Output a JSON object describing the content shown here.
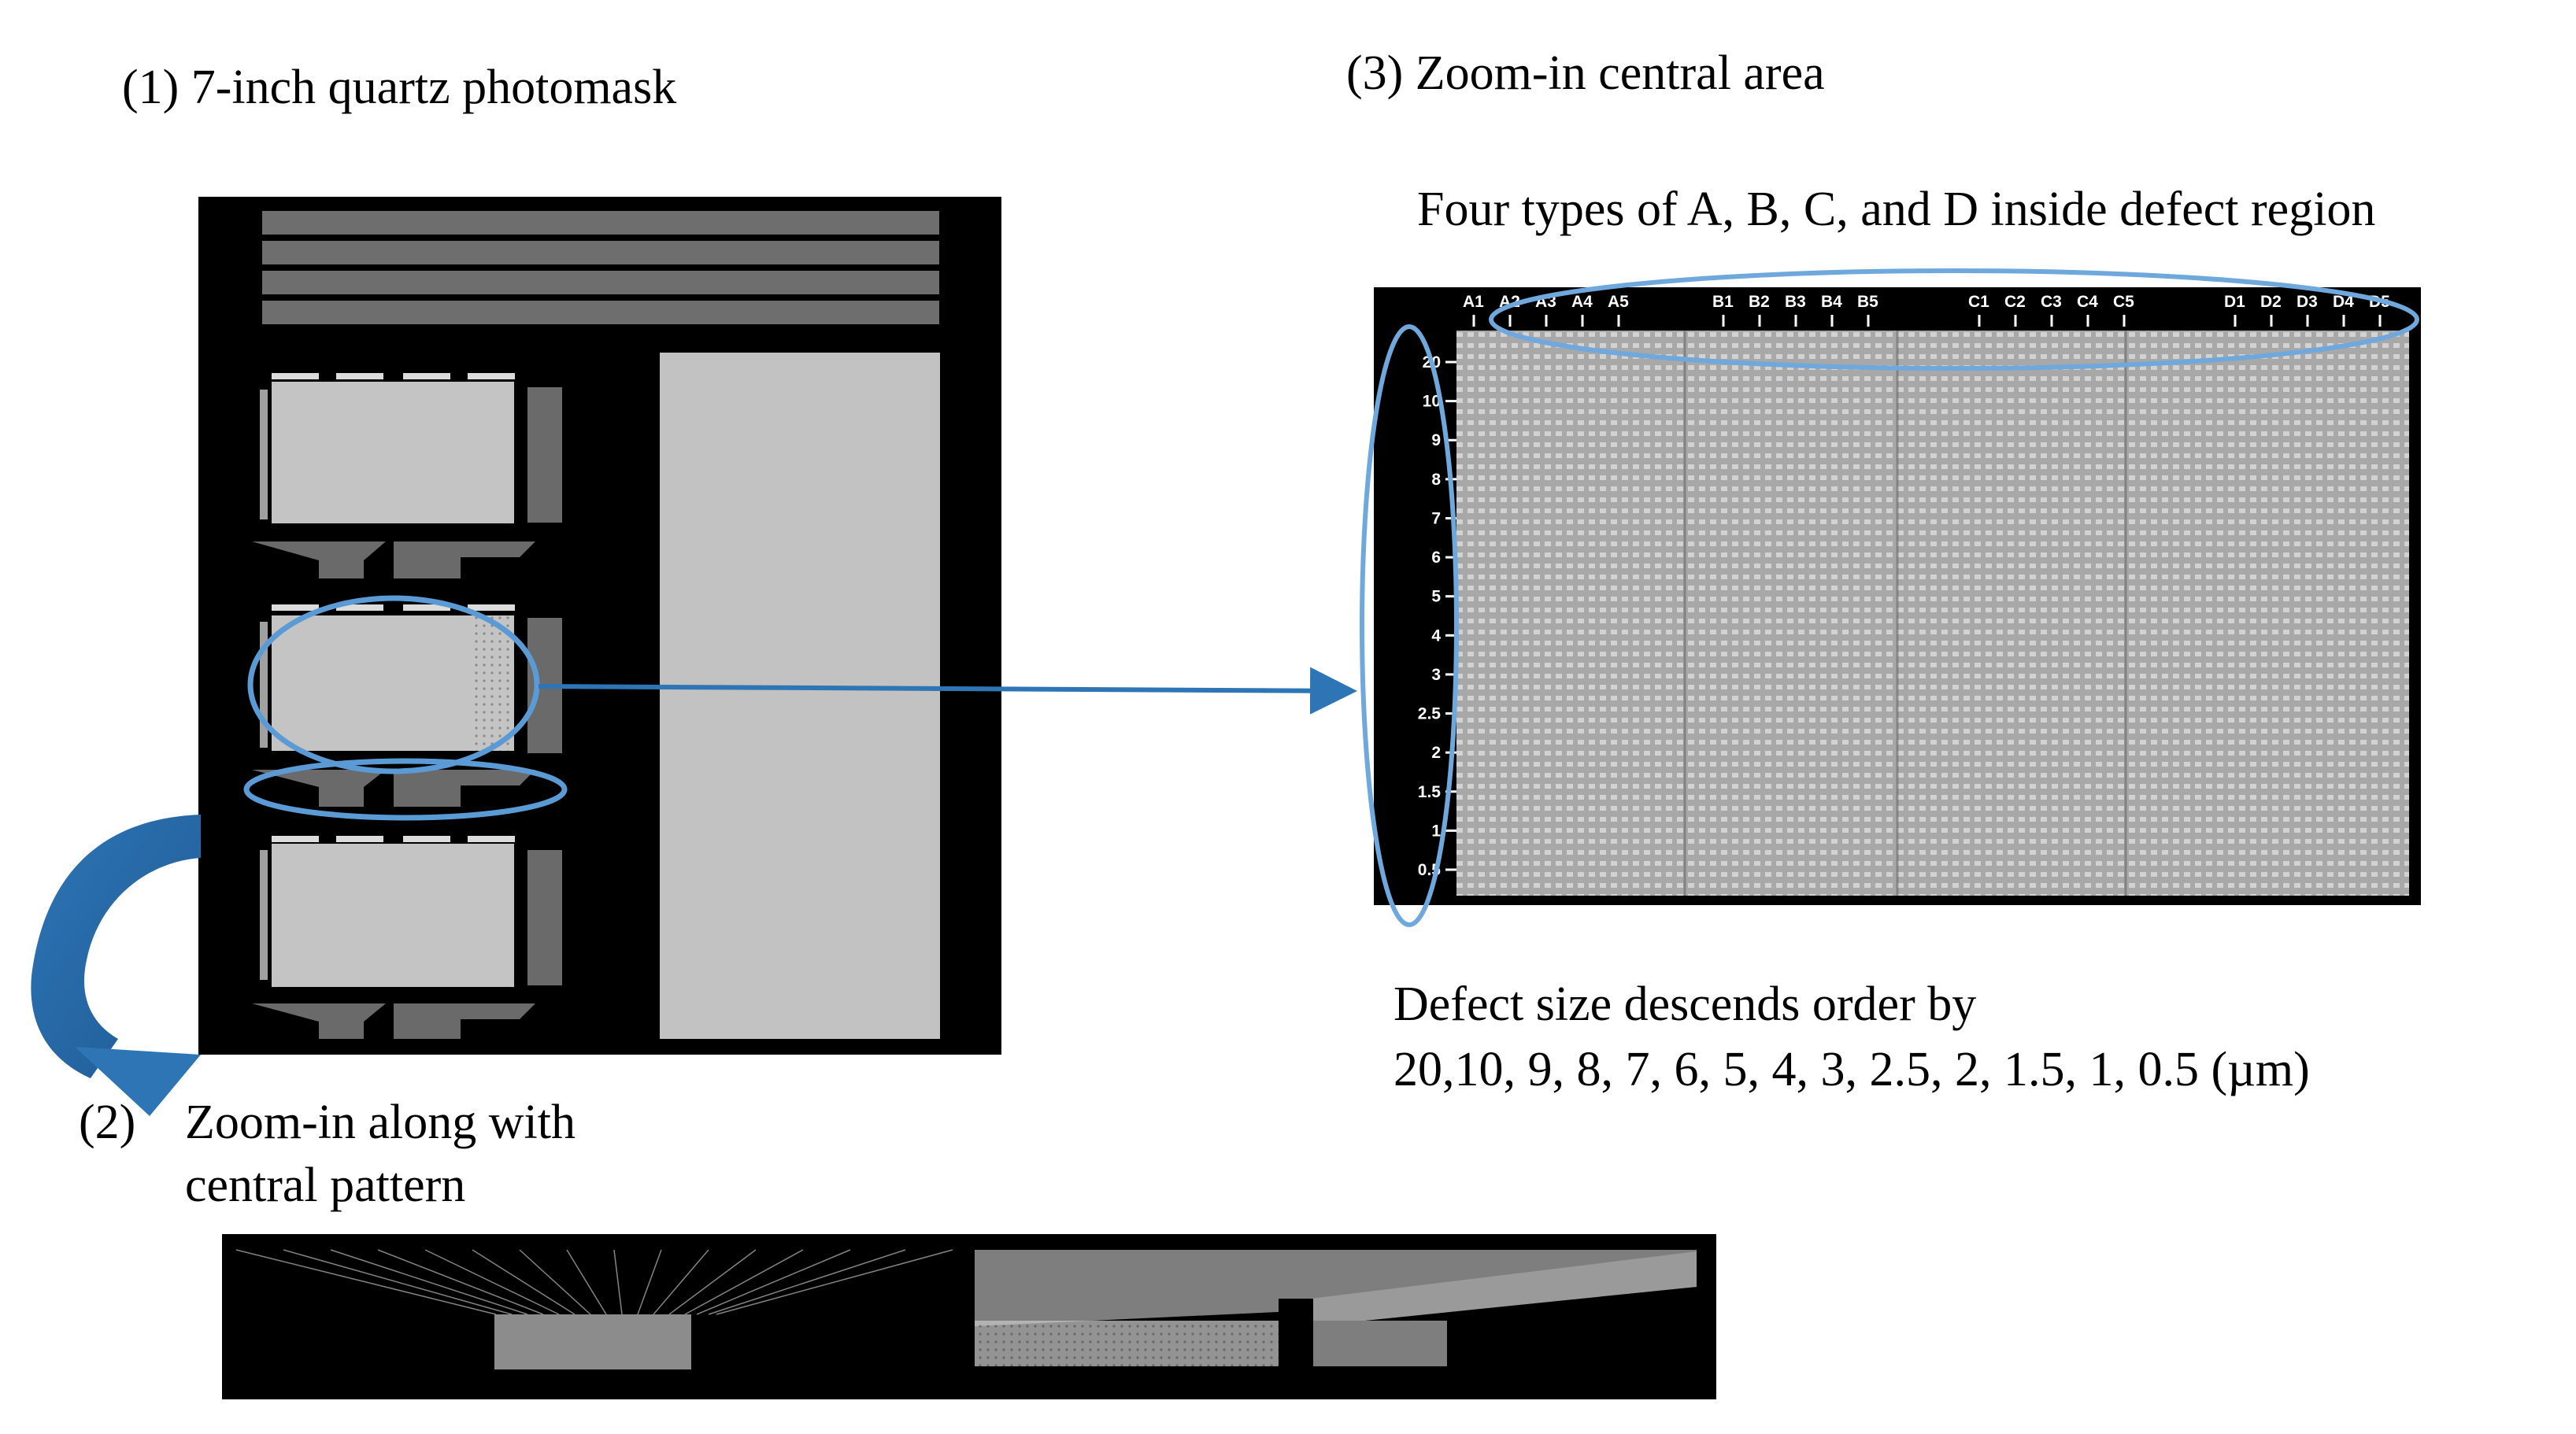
{
  "panel1": {
    "title": "(1) 7-inch quartz photomask"
  },
  "panel2": {
    "number": "(2)",
    "line1": "Zoom-in along with",
    "line2": "central pattern"
  },
  "panel3": {
    "title": "(3)  Zoom-in central area",
    "subtitle": "Four types of A, B, C, and D inside defect region",
    "column_labels": [
      "A1",
      "A2",
      "A3",
      "A4",
      "A5",
      "B1",
      "B2",
      "B3",
      "B4",
      "B5",
      "C1",
      "C2",
      "C3",
      "C4",
      "C5",
      "D1",
      "D2",
      "D3",
      "D4",
      "D5"
    ],
    "row_labels": [
      "20",
      "10",
      "9",
      "8",
      "7",
      "6",
      "5",
      "4",
      "3",
      "2.5",
      "2",
      "1.5",
      "1",
      "0.5"
    ],
    "size_line1": "Defect size descends order by",
    "size_line2": "20,10, 9, 8, 7, 6, 5, 4, 3, 2.5, 2, 1.5, 1, 0.5 (µm)"
  },
  "colors": {
    "mask_background": "#000000",
    "pattern_gray": "#c0c0c0",
    "dark_gray": "#555555",
    "highlight_ellipse": "#6fa8dc",
    "arrow_blue": "#2e75b6"
  }
}
